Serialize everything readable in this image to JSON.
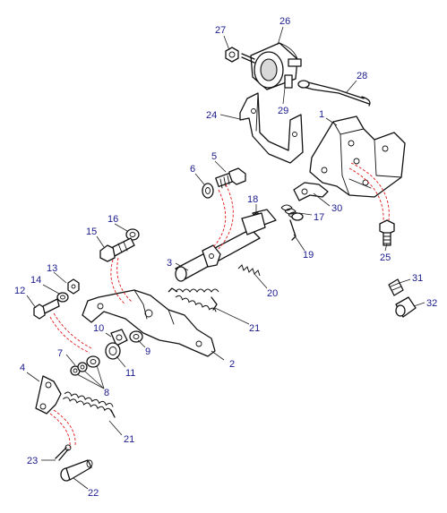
{
  "colors": {
    "callout": "#1a1a8c",
    "line": "#111111",
    "assembly_path": "#e01818"
  },
  "callouts": {
    "c1": "1",
    "c2": "2",
    "c3": "3",
    "c4": "4",
    "c5": "5",
    "c6": "6",
    "c7": "7",
    "c8": "8",
    "c9": "9",
    "c10": "10",
    "c11": "11",
    "c12": "12",
    "c13": "13",
    "c14": "14",
    "c15": "15",
    "c16": "16",
    "c17": "17",
    "c18": "18",
    "c19": "19",
    "c20": "20",
    "c21a": "21",
    "c21b": "21",
    "c22": "22",
    "c23": "23",
    "c24": "24",
    "c25": "25",
    "c26": "26",
    "c27": "27",
    "c28": "28",
    "c29": "29",
    "c30": "30",
    "c31": "31",
    "c32": "32"
  }
}
